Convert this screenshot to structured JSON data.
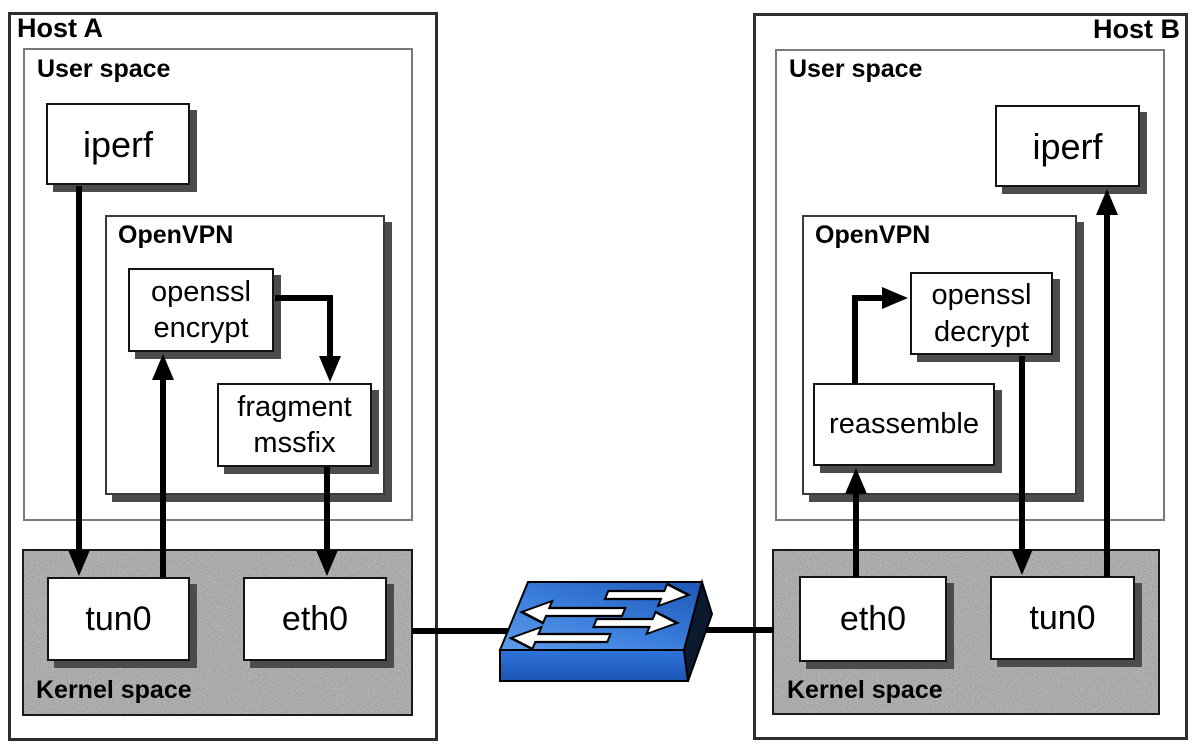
{
  "host_a": {
    "title": "Host A",
    "user_space_label": "User space",
    "openvpn_label": "OpenVPN",
    "kernel_space_label": "Kernel space",
    "nodes": {
      "iperf": "iperf",
      "openssl_encrypt": "openssl encrypt",
      "fragment_mssfix": "fragment mssfix",
      "tun0": "tun0",
      "eth0": "eth0"
    }
  },
  "host_b": {
    "title": "Host B",
    "user_space_label": "User space",
    "openvpn_label": "OpenVPN",
    "kernel_space_label": "Kernel space",
    "nodes": {
      "iperf": "iperf",
      "openssl_decrypt": "openssl decrypt",
      "reassemble": "reassemble",
      "eth0": "eth0",
      "tun0": "tun0"
    }
  },
  "network": {
    "switch_icon": "network-switch-icon"
  },
  "colors": {
    "arrow": "#000000",
    "box_shadow": "#4c4c4c",
    "kernel_fill": "#c2c2c2",
    "kernel_fleck": "#545454",
    "switch_top_dark": "#1d57b8",
    "switch_top_light": "#5f9ce9",
    "switch_front": "#2268d4",
    "switch_side": "#0c1a30",
    "switch_arrow_fill": "#ffffff"
  }
}
